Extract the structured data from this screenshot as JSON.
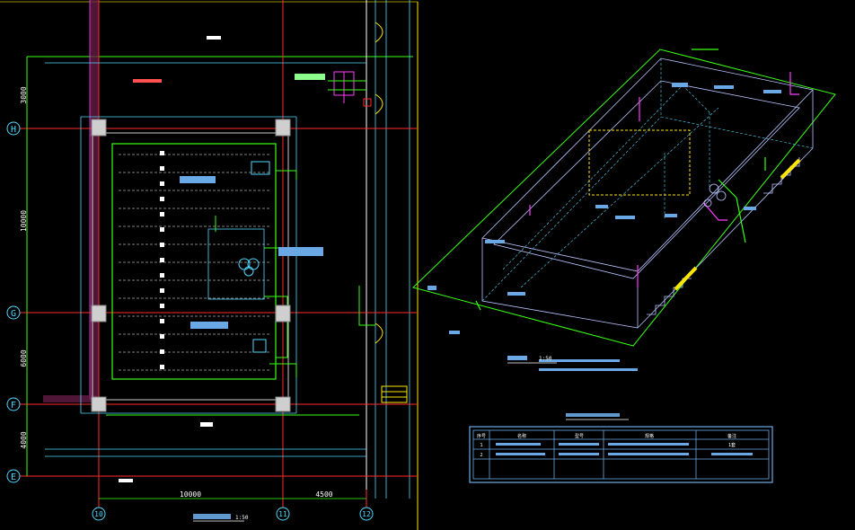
{
  "colors": {
    "background": "#000000",
    "grid": "#ff2a2a",
    "wall": "#ffffff",
    "pipe_green": "#39ff14",
    "cyan": "#4fd8ff",
    "magenta": "#ff3cff",
    "yellow": "#ffe600",
    "label_blue": "#6aa9e6",
    "white": "#ffffff"
  },
  "plan": {
    "grid_rows": [
      "H",
      "G",
      "F",
      "E"
    ],
    "grid_cols": [
      "10",
      "11",
      "12"
    ],
    "row_dims": [
      "3000",
      "10000",
      "6000",
      "4000"
    ],
    "col_dims": [
      "10000",
      "4500"
    ],
    "scale_suffix": "1:50"
  },
  "iso": {
    "scale": "1:50"
  },
  "table": {
    "header": [
      "序号",
      "名称",
      "型号",
      "规格",
      "备注"
    ],
    "rows": [
      [
        "1",
        "",
        "",
        "",
        "1套"
      ],
      [
        "2",
        "",
        "",
        "",
        ""
      ]
    ]
  }
}
